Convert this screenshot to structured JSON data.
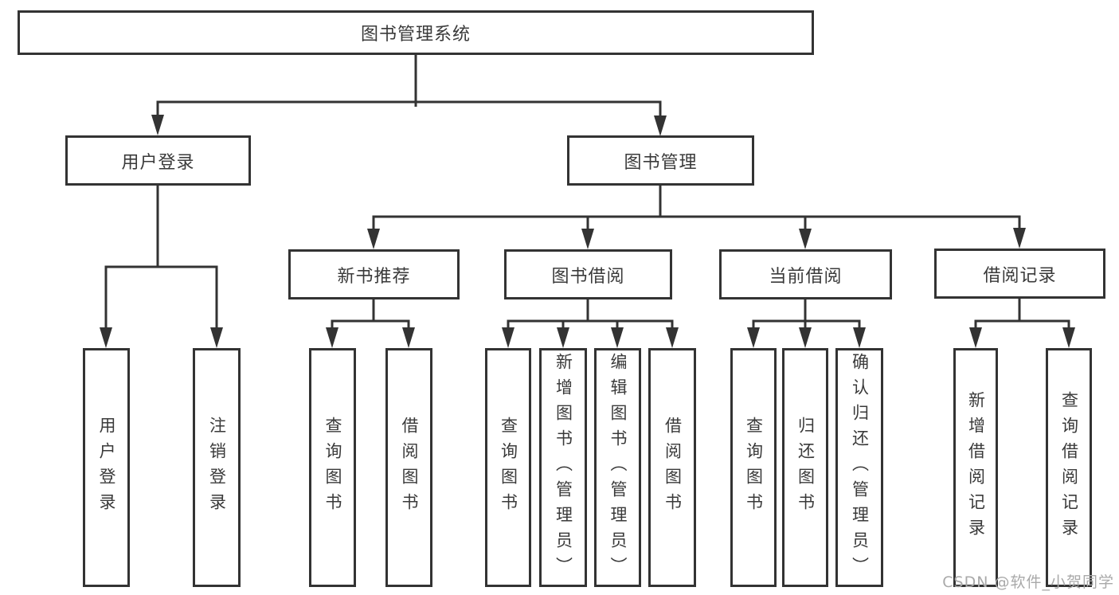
{
  "tree": {
    "root": {
      "label": "图书管理系统"
    },
    "branches": [
      {
        "label": "用户登录",
        "children": [
          {
            "label": "用户登录"
          },
          {
            "label": "注销登录"
          }
        ]
      },
      {
        "label": "图书管理",
        "children": [
          {
            "label": "新书推荐",
            "children": [
              {
                "label": "查询图书"
              },
              {
                "label": "借阅图书"
              }
            ]
          },
          {
            "label": "图书借阅",
            "children": [
              {
                "label": "查询图书"
              },
              {
                "label": "新增图书（管理员）"
              },
              {
                "label": "编辑图书（管理员）"
              },
              {
                "label": "借阅图书"
              }
            ]
          },
          {
            "label": "当前借阅",
            "children": [
              {
                "label": "查询图书"
              },
              {
                "label": "归还图书"
              },
              {
                "label": "确认归还（管理员）"
              }
            ]
          },
          {
            "label": "借阅记录",
            "children": [
              {
                "label": "新增借阅记录"
              },
              {
                "label": "查询借阅记录"
              }
            ]
          }
        ]
      }
    ]
  },
  "colors": {
    "line": "#333333",
    "text": "#3a3a3a",
    "watermark": "#a9a9a9"
  },
  "watermark": {
    "text": "CSDN @软件_小贺同学"
  }
}
